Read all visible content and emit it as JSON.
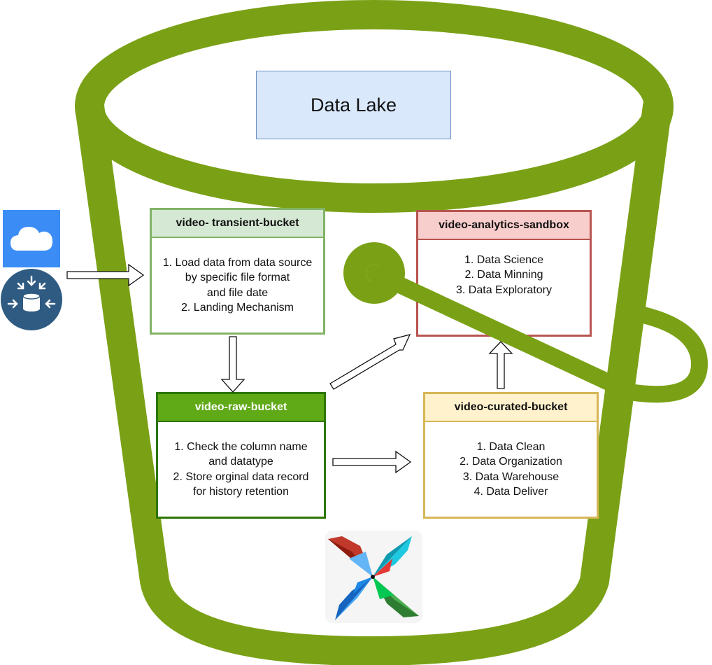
{
  "title": "Data Lake",
  "cards": {
    "transient": {
      "header": "video- transient-bucket",
      "lines": [
        "1. Load data from data source",
        "by specific file format",
        "and file date",
        "2. Landing Mechanism"
      ]
    },
    "raw": {
      "header": "video-raw-bucket",
      "lines": [
        "1. Check the column name",
        "and datatype",
        "2. Store orginal data record",
        "for history retention"
      ]
    },
    "sandbox": {
      "header": "video-analytics-sandbox",
      "lines": [
        "1. Data Science",
        "2. Data Minning",
        "3. Data Exploratory"
      ]
    },
    "curated": {
      "header": "video-curated-bucket",
      "lines": [
        "1. Data Clean",
        "2. Data Organization",
        "3. Data Warehouse",
        "4. Data Deliver"
      ]
    }
  },
  "icons": {
    "source_cloud": "cloud-icon",
    "source_database": "database-ingest-icon",
    "orchestrator": "airflow-pinwheel-icon"
  },
  "colors": {
    "bucket": "#7aa116",
    "title_fill": "#dae8fc",
    "transient": "#82b366",
    "raw": "#60a917",
    "sandbox": "#b85450",
    "curated": "#d6b656"
  }
}
